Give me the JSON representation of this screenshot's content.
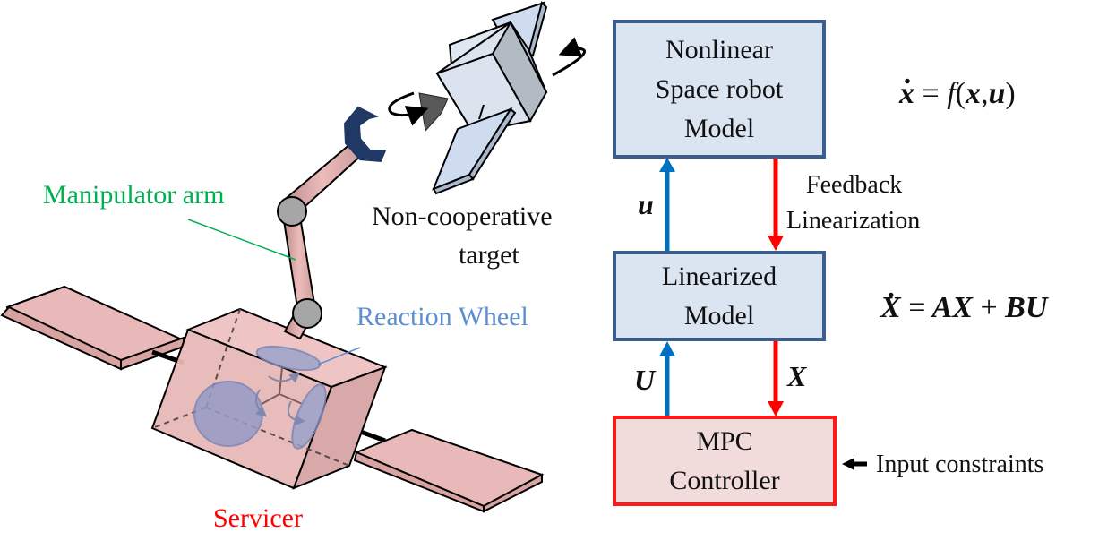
{
  "left_illustration": {
    "labels": {
      "manipulator_arm": "Manipulator arm",
      "target_line1": "Non-cooperative",
      "target_line2": "target",
      "reaction_wheel": "Reaction Wheel",
      "servicer": "Servicer"
    },
    "colors": {
      "manipulator_label": "#00b050",
      "reaction_wheel_label": "#5b8fd1",
      "servicer_label": "#ff0000",
      "servicer_body": "#e8b9b8",
      "target_body": "#dce6f2",
      "gripper": "#1f3864",
      "joint": "#a6a6a6",
      "wheel": "#8f96c0"
    }
  },
  "block_diagram": {
    "boxes": [
      {
        "id": "nonlinear",
        "lines": [
          "Nonlinear",
          "Space robot",
          "Model"
        ]
      },
      {
        "id": "linearized",
        "lines": [
          "Linearized",
          "Model"
        ]
      },
      {
        "id": "mpc",
        "lines": [
          "MPC",
          "Controller"
        ]
      }
    ],
    "arrows": {
      "u_label": "u",
      "U_label": "U",
      "X_label": "X",
      "feedback_line1": "Feedback",
      "feedback_line2": "Linearization",
      "input_constraints": "Input constraints"
    },
    "equations": {
      "nonlinear": {
        "lhs": "x",
        "eq": "=",
        "f": "f",
        "args_open": "(",
        "x": "x",
        "comma": ",",
        "u": "u",
        "args_close": ")"
      },
      "linear": {
        "lhs": "X",
        "eq": "=",
        "term1": "AX",
        "plus": "+",
        "term2": "BU"
      }
    },
    "colors": {
      "model_box_fill": "#dbe5f1",
      "model_box_border": "#3b5e8c",
      "controller_box_fill": "#f2dcdb",
      "controller_box_border": "#ff1a1a",
      "control_arrow": "#0070c0",
      "state_arrow": "#ff0000"
    }
  }
}
